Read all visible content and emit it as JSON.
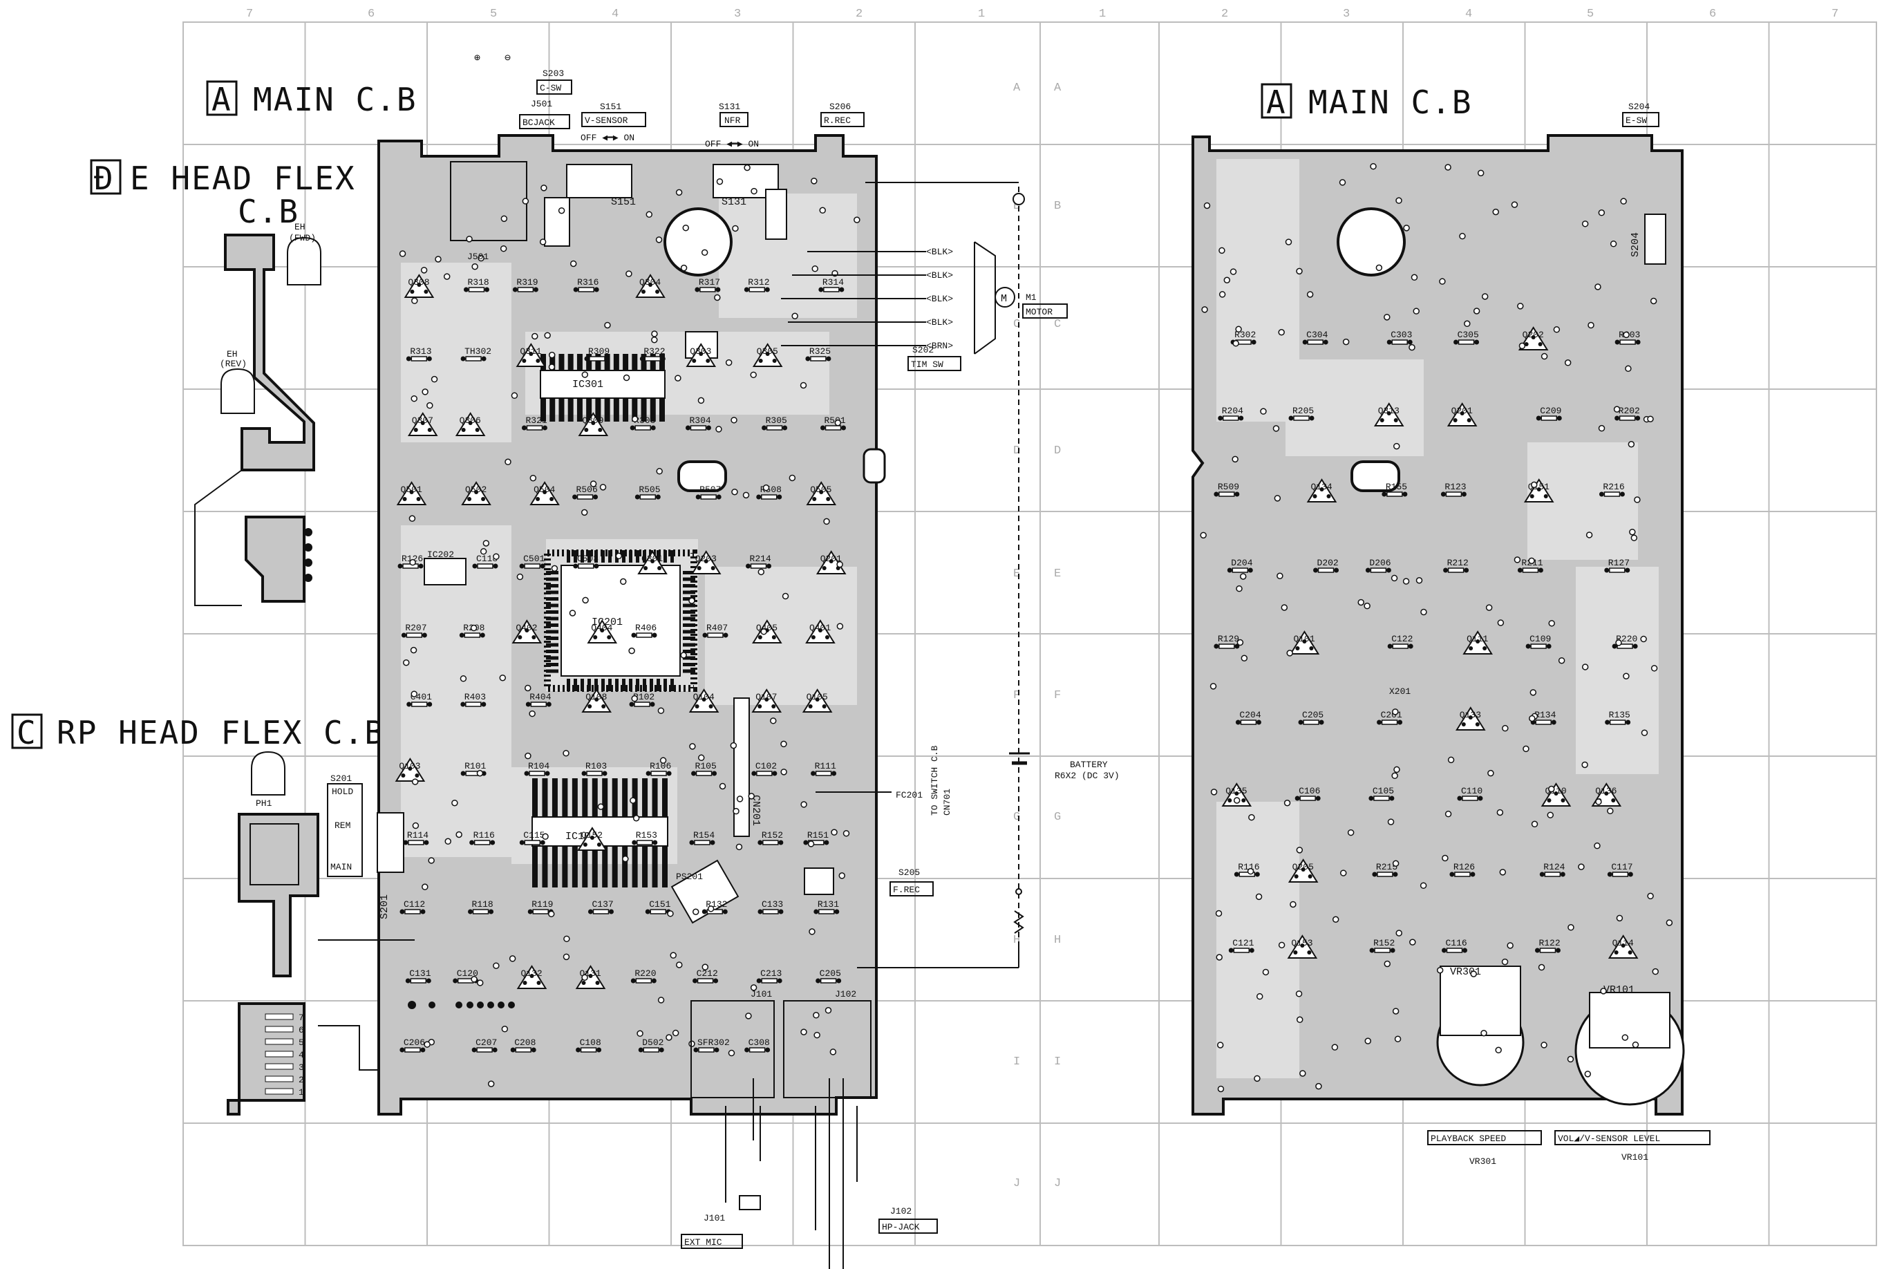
{
  "grid": {
    "top_left": [
      "7",
      "6",
      "5",
      "4",
      "3",
      "2",
      "1"
    ],
    "top_right": [
      "1",
      "2",
      "3",
      "4",
      "5",
      "6",
      "7"
    ],
    "rows_left": [
      "A",
      "B",
      "C",
      "D",
      "E",
      "F",
      "G",
      "H",
      "I",
      "J"
    ],
    "rows_right": [
      "A",
      "B",
      "C",
      "D",
      "E",
      "F",
      "G",
      "H",
      "I",
      "J"
    ]
  },
  "titles": {
    "main_left_box": "A",
    "main_left": "MAIN C.B",
    "main_right_box": "A",
    "main_right": "MAIN C.B",
    "e_head_box": "Đ",
    "e_head_1": "E HEAD FLEX",
    "e_head_2": "C.B",
    "rp_head_box": "C",
    "rp_head": "RP HEAD FLEX C.B"
  },
  "switches": {
    "s203": "S203",
    "s203_fn": "C-SW",
    "j501": "J501",
    "j501_fn": "BCJACK",
    "s151": "S151",
    "s151_fn": "V-SENSOR",
    "s131": "S131",
    "s131_fn": "NFR",
    "s206": "S206",
    "s206_fn": "R.REC",
    "s204": "S204",
    "s204_fn": "E-SW",
    "s202": "S202",
    "s202_fn": "TIM SW",
    "s201": "S201",
    "s201_hold": "HOLD",
    "s201_rem": "REM",
    "s201_main": "MAIN",
    "s205": "S205",
    "s205_fn": "F.REC",
    "off_on": "OFF ◀━▶ ON",
    "plus": "⊕",
    "minus": "⊖"
  },
  "motor": {
    "wires": [
      "<BLK>",
      "<BLK>",
      "<BLK>",
      "<BLK>",
      "<BRN>"
    ],
    "m1": "M1",
    "m1_fn": "MOTOR"
  },
  "battery": {
    "label": "BATTERY",
    "spec": "R6X2 (DC 3V)"
  },
  "connection": {
    "to_switch_1": "TO SWITCH C.B",
    "to_switch_2": "CN701",
    "fc201": "FC201"
  },
  "jacks": {
    "j101": "J101",
    "j101_fn": "EXT MIC",
    "j102": "J102",
    "j102_fn": "HP-JACK"
  },
  "pots": {
    "vr301": "VR301",
    "vr301_fn": "PLAYBACK SPEED",
    "vr101": "VR101",
    "vr101_fn": "VOL◢/V-SENSOR LEVEL"
  },
  "heads": {
    "eh_fwd": "EH",
    "eh_fwd_2": "(FWD)",
    "eh_rev": "EH",
    "eh_rev_2": "(REV)",
    "ph1": "PH1"
  },
  "ics": [
    "IC301",
    "IC201",
    "IC202",
    "IC101",
    "CN201",
    "PS201",
    "X201"
  ],
  "components_left": [
    "Q308",
    "R318",
    "R319",
    "R316",
    "Q304",
    "R317",
    "R312",
    "R314",
    "R313",
    "TH302",
    "Q311",
    "R309",
    "R322",
    "Q303",
    "Q305",
    "R325",
    "Q307",
    "Q306",
    "R321",
    "Q309",
    "R303",
    "R304",
    "R305",
    "R501",
    "Q501",
    "Q502",
    "Q504",
    "R506",
    "R505",
    "R507",
    "R508",
    "Q505",
    "R126",
    "C118",
    "C501",
    "C503",
    "Q301",
    "Q203",
    "R214",
    "Q201",
    "R207",
    "R208",
    "Q402",
    "Q404",
    "R406",
    "R407",
    "Q405",
    "Q401",
    "C401",
    "R403",
    "R404",
    "Q108",
    "R102",
    "Q104",
    "Q107",
    "Q105",
    "Q103",
    "R101",
    "R104",
    "R103",
    "R106",
    "R105",
    "C102",
    "R111",
    "R114",
    "R116",
    "C115",
    "Q152",
    "R153",
    "R154",
    "R152",
    "R151",
    "C112",
    "R118",
    "R119",
    "C137",
    "C151",
    "R132",
    "C133",
    "R131",
    "C131",
    "C120",
    "Q132",
    "Q131",
    "R220",
    "C212",
    "C213",
    "C205",
    "C206",
    "C207",
    "C208",
    "C108",
    "D502",
    "SFR302",
    "C308"
  ],
  "components_right": [
    "R302",
    "C304",
    "C303",
    "C305",
    "Q202",
    "R203",
    "R204",
    "R205",
    "Q313",
    "Q201",
    "C209",
    "R202",
    "R509",
    "Q134",
    "R155",
    "R123",
    "Q151",
    "R216",
    "D204",
    "D202",
    "D206",
    "R212",
    "R211",
    "R127",
    "R129",
    "Q101",
    "C122",
    "Q111",
    "C109",
    "R220",
    "C204",
    "C205",
    "C201",
    "Q133",
    "R134",
    "R135",
    "Q135",
    "C106",
    "C105",
    "C110",
    "Q110",
    "Q136",
    "R116",
    "Q205",
    "R215",
    "R126",
    "R124",
    "C117",
    "C121",
    "Q153",
    "R152",
    "C116",
    "R122",
    "Q114"
  ],
  "pin_labels": [
    "1",
    "2",
    "3",
    "4",
    "5",
    "6",
    "7"
  ]
}
